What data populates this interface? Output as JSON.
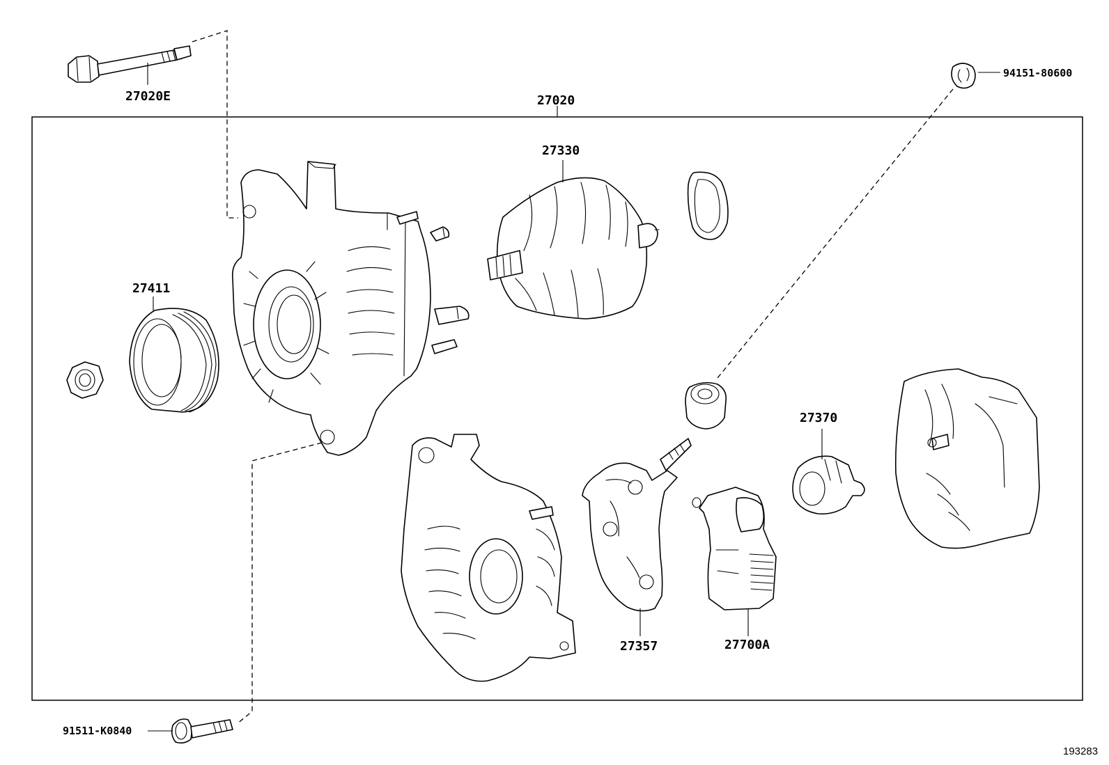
{
  "parts": {
    "bolt_top": "27020E",
    "assembly": "27020",
    "rotor": "27330",
    "pulley": "27411",
    "nut_top_right": "94151-80600",
    "holder": "27370",
    "rectifier": "27357",
    "regulator": "27700A",
    "bolt_bottom": "91511-K0840"
  },
  "figure_number": "193283"
}
